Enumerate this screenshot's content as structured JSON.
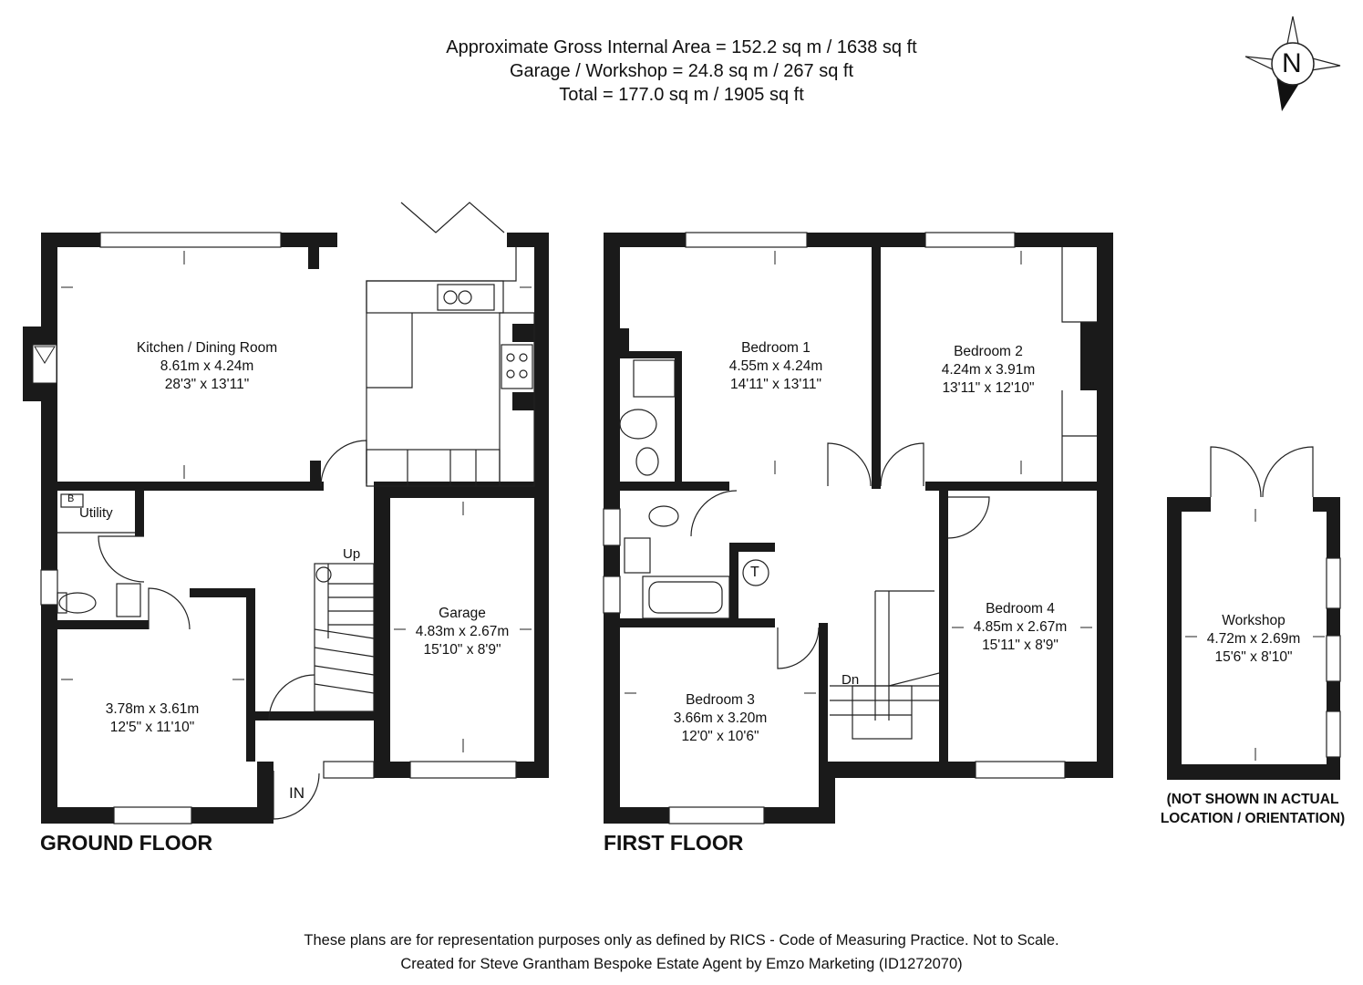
{
  "header": {
    "line1": "Approximate Gross Internal Area = 152.2 sq m / 1638 sq ft",
    "line2": "Garage / Workshop = 24.8 sq m / 267 sq ft",
    "line3": "Total = 177.0 sq m / 1905 sq ft"
  },
  "compass": {
    "label": "N"
  },
  "ground_floor": {
    "title": "GROUND FLOOR",
    "kitchen": {
      "name": "Kitchen / Dining Room",
      "metric": "8.61m x 4.24m",
      "imperial": "28'3\" x 13'11\""
    },
    "utility": {
      "name": "Utility",
      "boiler": "B"
    },
    "room": {
      "metric": "3.78m x 3.61m",
      "imperial": "12'5\" x 11'10\""
    },
    "garage": {
      "name": "Garage",
      "metric": "4.83m x 2.67m",
      "imperial": "15'10\" x 8'9\""
    },
    "stairs_label": "Up",
    "entrance_label": "IN"
  },
  "first_floor": {
    "title": "FIRST FLOOR",
    "bedroom1": {
      "name": "Bedroom 1",
      "metric": "4.55m x 4.24m",
      "imperial": "14'11\" x 13'11\""
    },
    "bedroom2": {
      "name": "Bedroom 2",
      "metric": "4.24m x 3.91m",
      "imperial": "13'11\" x 12'10\""
    },
    "bedroom3": {
      "name": "Bedroom 3",
      "metric": "3.66m x 3.20m",
      "imperial": "12'0\" x 10'6\""
    },
    "bedroom4": {
      "name": "Bedroom 4",
      "metric": "4.85m x 2.67m",
      "imperial": "15'11\" x 8'9\""
    },
    "stairs_label": "Dn",
    "tank_label": "T"
  },
  "workshop": {
    "name": "Workshop",
    "metric": "4.72m x 2.69m",
    "imperial": "15'6\" x 8'10\"",
    "note_line1": "(NOT SHOWN IN ACTUAL",
    "note_line2": "LOCATION / ORIENTATION)"
  },
  "footer": {
    "line1": "These plans are for representation purposes only as defined by RICS - Code of Measuring Practice. Not to Scale.",
    "line2": "Created for Steve Grantham Bespoke Estate Agent by Emzo Marketing (ID1272070)"
  }
}
